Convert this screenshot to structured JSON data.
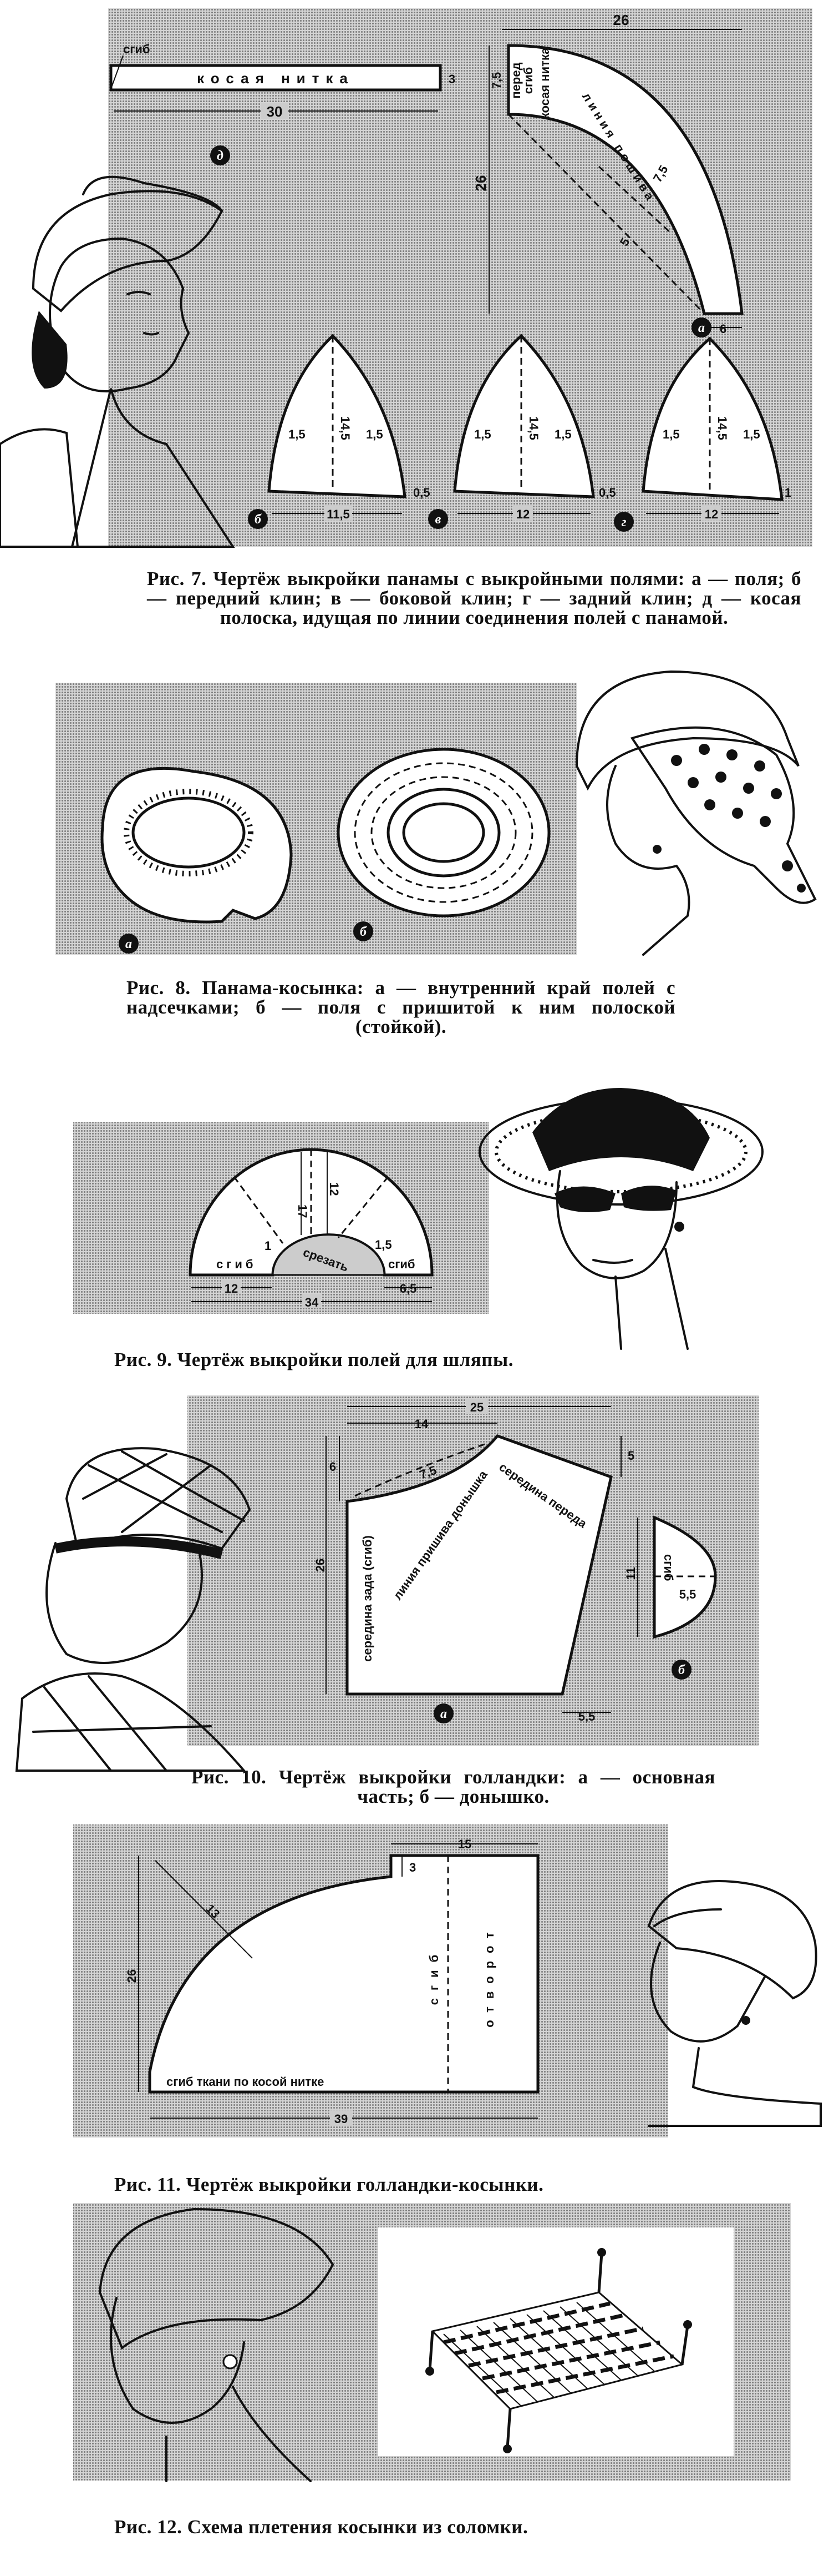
{
  "figures": {
    "fig7": {
      "caption": "Рис. 7. Чертёж выкройки панамы с выкройными полями: а — поля; б — передний клин; в — боковой клин; г — задний клин; д — косая полоска, идущая по линии соединения полей с панамой.",
      "strip": {
        "fold": "сгиб",
        "grain": "косая нитка",
        "length": "30",
        "width": "3",
        "letter": "д"
      },
      "brim": {
        "width": "26",
        "height": "26",
        "front": "перед",
        "front_height": "7,5",
        "fold": "сгиб",
        "grain": "косая нитка",
        "seam": "линия пошива",
        "radial_outer": "7,5",
        "radial_inner": "5",
        "bottom_width": "6",
        "letter": "а"
      },
      "wedges": [
        {
          "letter": "б",
          "base": "11,5",
          "height": "14,5",
          "side_left": "1,5",
          "side_right": "1,5",
          "offset": "0,5"
        },
        {
          "letter": "в",
          "base": "12",
          "height": "14,5",
          "side_left": "1,5",
          "side_right": "1,5",
          "offset": "0,5"
        },
        {
          "letter": "г",
          "base": "12",
          "height": "14,5",
          "side_left": "1,5",
          "side_right": "1,5",
          "offset": "1"
        }
      ]
    },
    "fig8": {
      "caption": "Рис. 8. Панама-косынка: а — внутренний край полей с надсечками; б — поля с пришитой к ним полоской (стойкой).",
      "letters": [
        "а",
        "б"
      ]
    },
    "fig9": {
      "caption": "Рис. 9. Чертёж выкройки полей для шляпы.",
      "labels": {
        "fold_left": "сгиб",
        "fold_right": "сгиб",
        "cut": "срезать",
        "outer_radius": "17",
        "brim_width": "12",
        "left_mark": "1",
        "right_mark": "1,5",
        "left_width": "12",
        "right_width": "6,5",
        "total_width": "34"
      }
    },
    "fig10": {
      "caption": "Рис. 10. Чертёж выкройки голландки: а — основная часть; б — донышко.",
      "labels": {
        "total_width": "25",
        "top_width": "14",
        "left_drop": "6",
        "height": "26",
        "right_drop": "5",
        "arc": "7,5",
        "seam": "линия пришива донышка",
        "front": "середина переда",
        "back": "середина зада (сгиб)",
        "bottom_offset": "5,5",
        "letter_a": "а",
        "crown_height": "11",
        "crown_fold": "сгиб",
        "crown_width": "5,5",
        "letter_b": "б"
      }
    },
    "fig11": {
      "caption": "Рис. 11. Чертёж выкройки голландки-косынки.",
      "labels": {
        "top_width": "15",
        "notch": "3",
        "diagonal": "13",
        "height": "26",
        "width": "39",
        "bottom_fold": "сгиб ткани по косой нитке",
        "fold": "сгиб",
        "turnup": "отворот"
      }
    },
    "fig12": {
      "caption": "Рис. 12. Схема плетения косынки из соломки."
    }
  },
  "colors": {
    "ink": "#111111",
    "halftone": "#bcbcbc",
    "paper": "#ffffff"
  }
}
